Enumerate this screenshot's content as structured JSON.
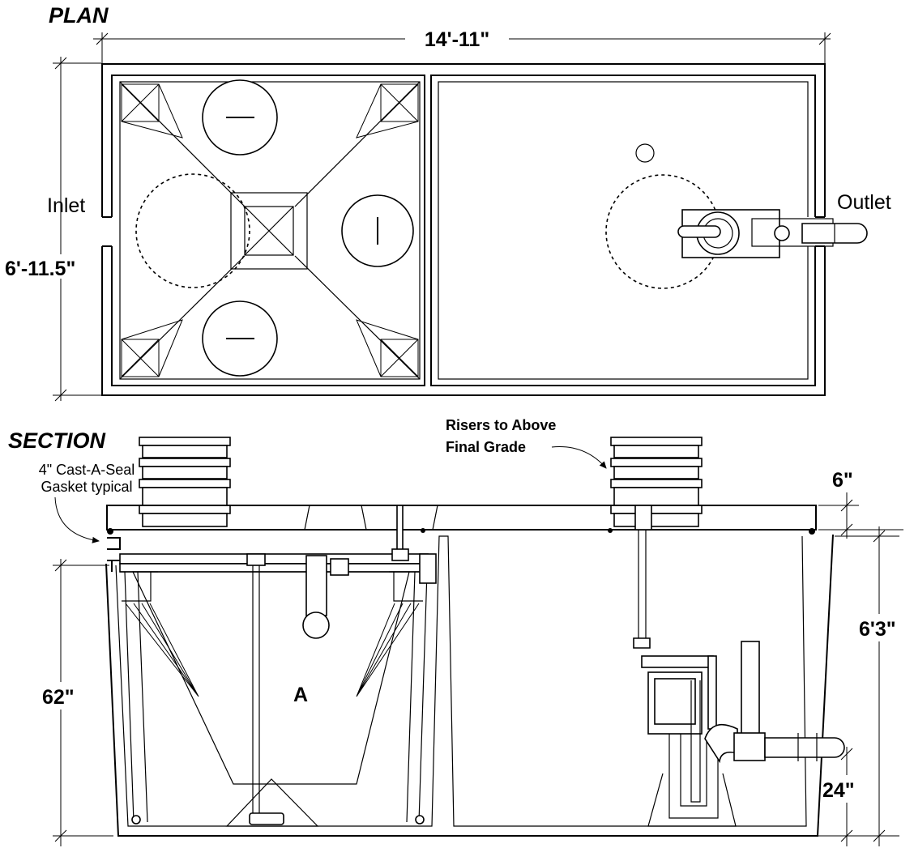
{
  "plan": {
    "title": "PLAN",
    "length_dim": "14'-11\"",
    "width_dim": "6'-11.5\"",
    "inlet_label": "Inlet",
    "outlet_label": "Outlet"
  },
  "section": {
    "title": "SECTION",
    "gasket_note_line1": "4\" Cast-A-Seal",
    "gasket_note_line2": "Gasket typical",
    "risers_note_line1": "Risers to Above",
    "risers_note_line2": "Final Grade",
    "lid_dim": "6\"",
    "height_dim": "6'3\"",
    "inlet_height_dim": "62\"",
    "outlet_height_dim": "24\"",
    "chamber_label": "A"
  }
}
